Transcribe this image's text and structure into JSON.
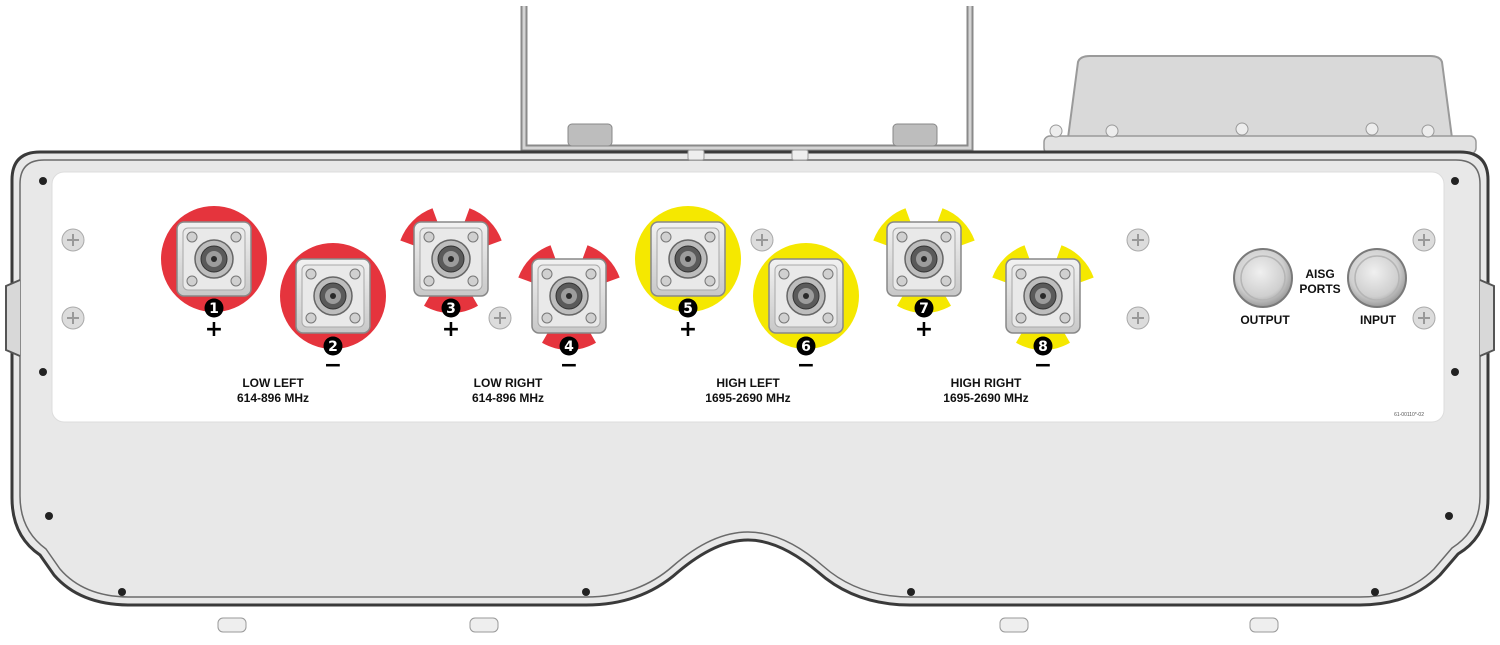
{
  "colors": {
    "low_band": "#e5343d",
    "high_band": "#f5e800",
    "housing": "#e6e6e6",
    "panel": "#ffffff",
    "outline": "#3a3a3a"
  },
  "ports": [
    {
      "number": "1",
      "polarity": "+",
      "band": "low",
      "marker": "full-circle"
    },
    {
      "number": "2",
      "polarity": "−",
      "band": "low",
      "marker": "full-circle"
    },
    {
      "number": "3",
      "polarity": "+",
      "band": "low",
      "marker": "segmented"
    },
    {
      "number": "4",
      "polarity": "−",
      "band": "low",
      "marker": "segmented"
    },
    {
      "number": "5",
      "polarity": "+",
      "band": "high",
      "marker": "full-circle"
    },
    {
      "number": "6",
      "polarity": "−",
      "band": "high",
      "marker": "full-circle"
    },
    {
      "number": "7",
      "polarity": "+",
      "band": "high",
      "marker": "segmented"
    },
    {
      "number": "8",
      "polarity": "−",
      "band": "high",
      "marker": "segmented"
    }
  ],
  "groups": [
    {
      "name": "LOW LEFT",
      "range": "614-896 MHz"
    },
    {
      "name": "LOW RIGHT",
      "range": "614-896 MHz"
    },
    {
      "name": "HIGH LEFT",
      "range": "1695-2690 MHz"
    },
    {
      "name": "HIGH RIGHT",
      "range": "1695-2690 MHz"
    }
  ],
  "aisg": {
    "title_line1": "AISG",
    "title_line2": "PORTS",
    "output_label": "OUTPUT",
    "input_label": "INPUT"
  },
  "part_number": "61-00110*-02"
}
